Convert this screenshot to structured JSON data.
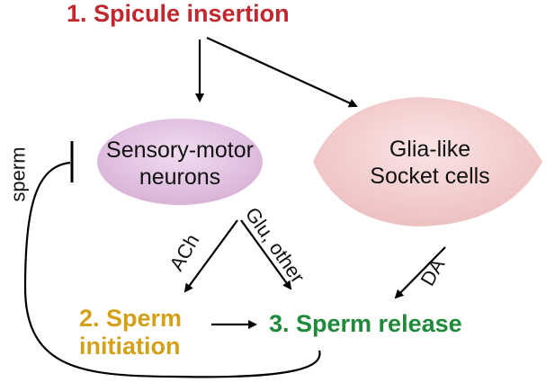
{
  "steps": {
    "spicule": {
      "label": "1. Spicule insertion",
      "color": "#c1272d"
    },
    "initiation": {
      "line1": "2. Sperm",
      "line2": "initiation",
      "color": "#d4a017"
    },
    "release": {
      "label": "3. Sperm release",
      "color": "#1e8a3a"
    }
  },
  "nodes": {
    "sensory": {
      "line1": "Sensory-motor",
      "line2": "neurons",
      "color": "#e6c6e6"
    },
    "socket": {
      "line1": "Glia-like",
      "line2": "Socket cells",
      "color": "#f7d4d4"
    }
  },
  "edges": {
    "ach": "ACh",
    "glu": "Glu, other",
    "da": "DA",
    "sperm": "sperm"
  }
}
